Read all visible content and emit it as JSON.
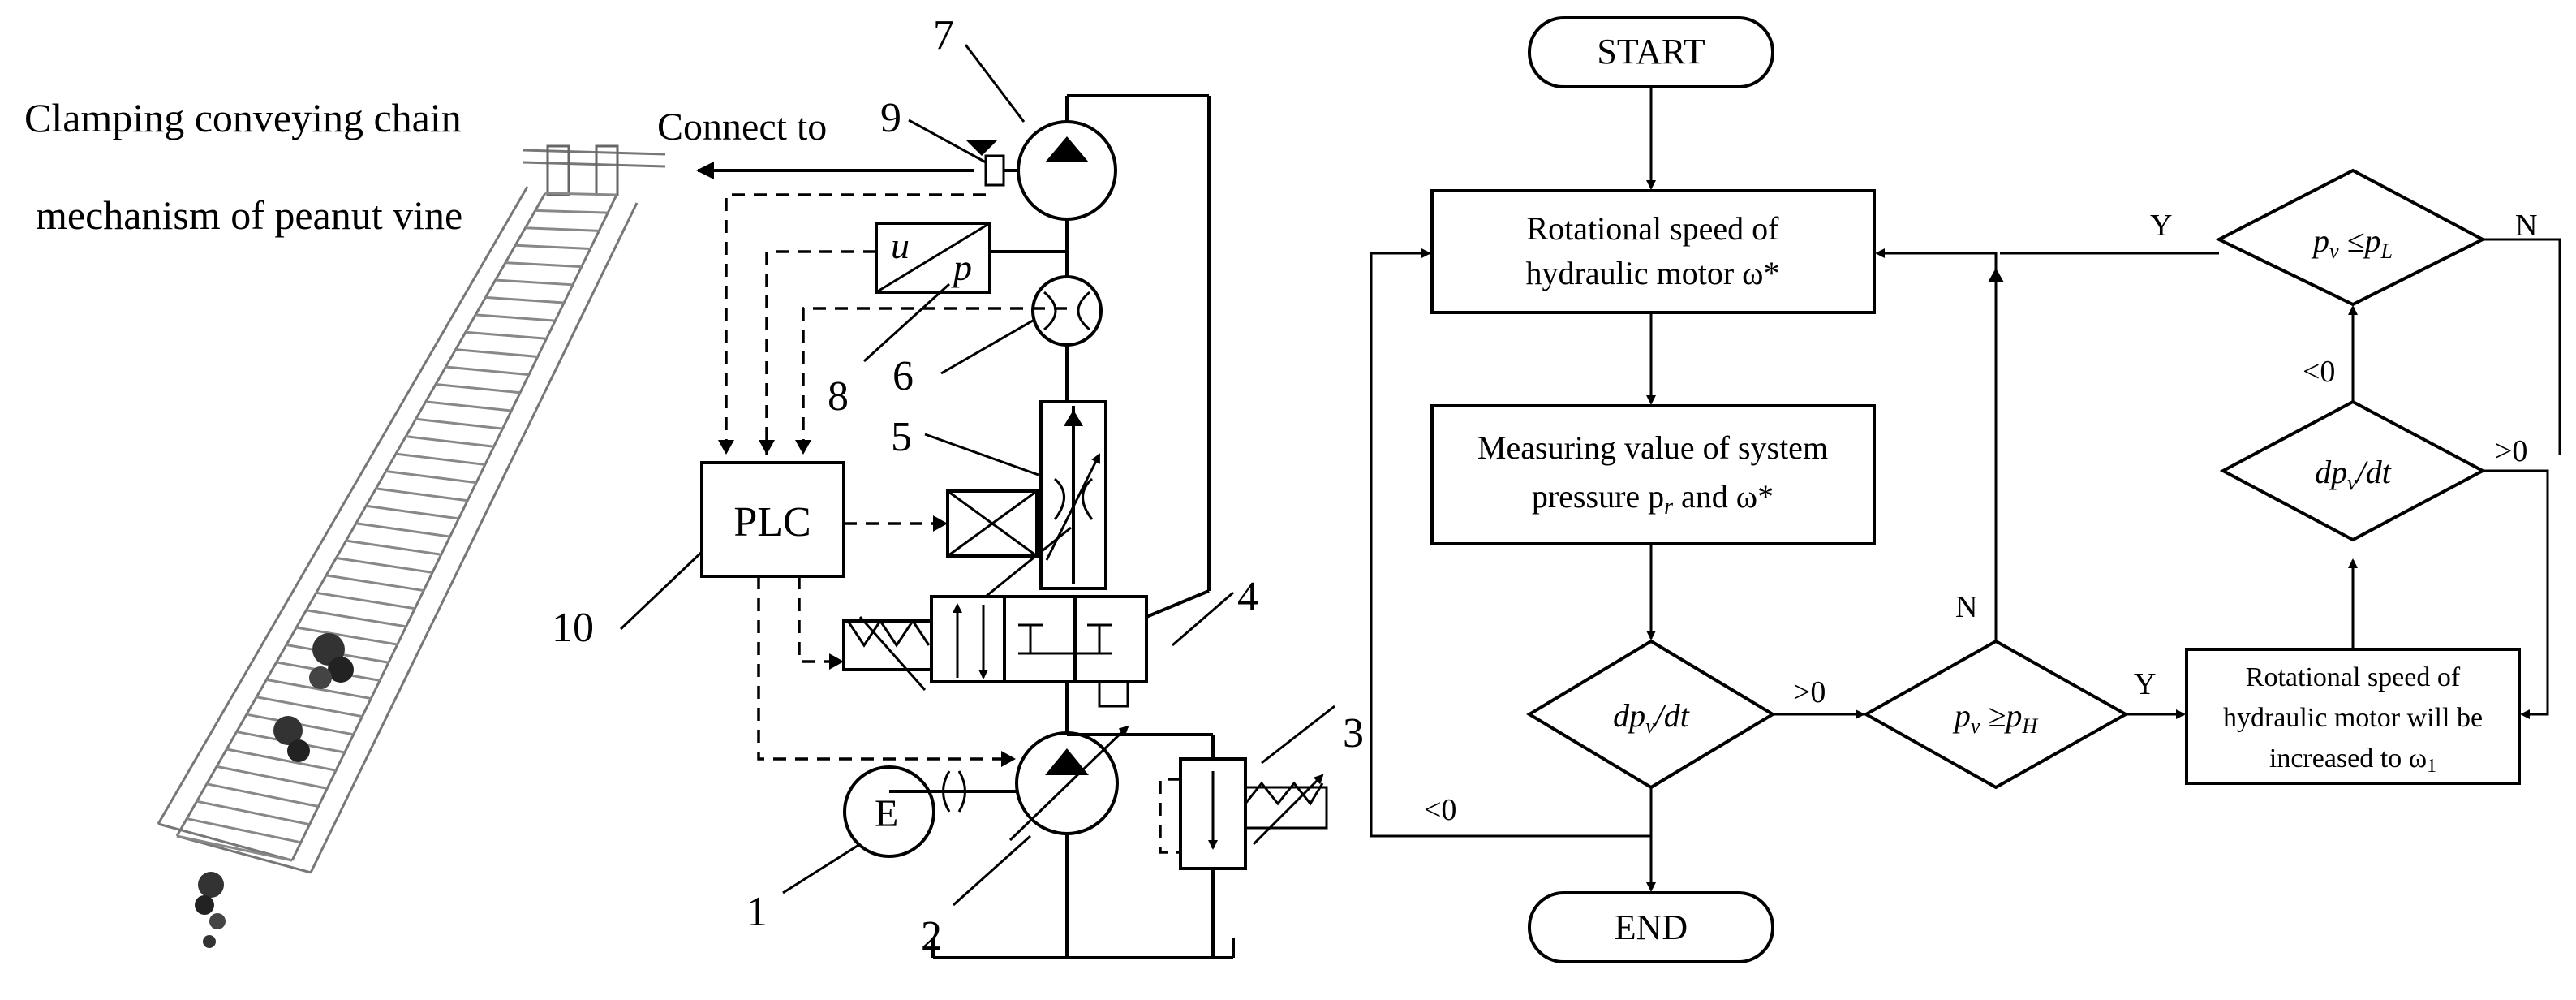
{
  "mechanism": {
    "caption_line1": "Clamping conveying chain",
    "caption_line2": "mechanism of peanut vine",
    "connect_label": "Connect to"
  },
  "schematic": {
    "plc_label": "PLC",
    "motor_label": "E",
    "transducer_u": "u",
    "transducer_p": "p",
    "callouts": [
      "1",
      "2",
      "3",
      "4",
      "5",
      "6",
      "7",
      "8",
      "9",
      "10"
    ]
  },
  "flowchart": {
    "start": "START",
    "end": "END",
    "speed_box": [
      "Rotational speed of",
      "hydraulic motor ω*"
    ],
    "measure_box": [
      "Measuring value of system",
      "pressure p",
      "r",
      " and ω*"
    ],
    "increase_box": [
      "Rotational speed of",
      "hydraulic motor will be",
      "increased to ω",
      "1"
    ],
    "dpdt_base": "dp",
    "dpdt_sub": "v",
    "dpdt_tail": "/dt",
    "cond_high": [
      "p",
      "v",
      " ≥p",
      "H"
    ],
    "cond_low": [
      "p",
      "v",
      " ≤p",
      "L"
    ],
    "labels": {
      "gt0": ">0",
      "lt0": "<0",
      "yes": "Y",
      "no": "N"
    }
  }
}
